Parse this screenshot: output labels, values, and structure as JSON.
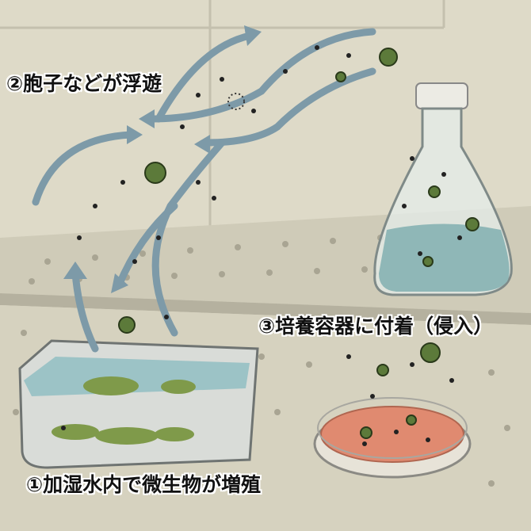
{
  "labels": {
    "step1": "①加湿水内で微生物が増殖",
    "step2": "②胞子などが浮遊",
    "step3": "③培養容器に付着（侵入）"
  },
  "colors": {
    "background": "#dcd8c6",
    "arrow": "#7d9aa8",
    "microbe": "#5c7a3a",
    "flask_liquid": "#8fb7b7",
    "dish_medium": "#e08a70",
    "water": "#9cc3c6"
  }
}
